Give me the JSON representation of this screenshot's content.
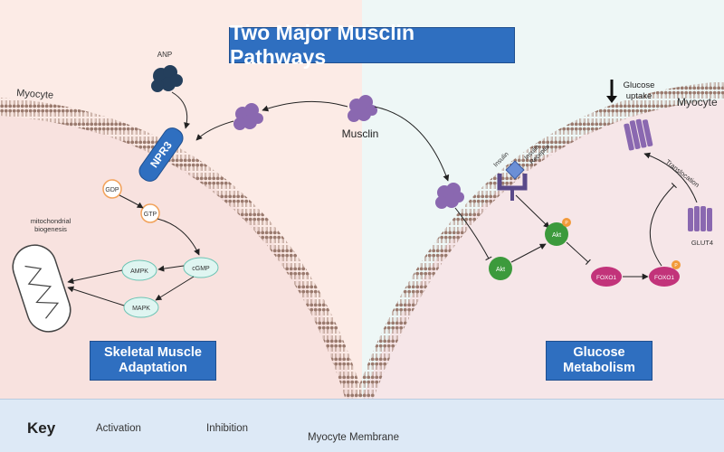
{
  "title": "Two Major Musclin Pathways",
  "labels": {
    "musclin": "Musclin",
    "anp": "ANP",
    "myocyte_left": "Myocyte",
    "myocyte_right": "Myocyte",
    "npr3": "NPR3",
    "gdp": "GDP",
    "gtp": "GTP",
    "cgmp": "cGMP",
    "ampk": "AMPK",
    "mapk": "MAPK",
    "mito_line1": "mitochondrial",
    "mito_line2": "biogenesis",
    "insulin": "Insulin",
    "insulin_receptor_line1": "Insulin",
    "insulin_receptor_line2": "Receptor",
    "akt_left": "Akt",
    "akt_right": "Akt",
    "p1": "P",
    "p2": "P",
    "foxo1_left": "FOXO1",
    "foxo1_right": "FOXO1",
    "glucose_line1": "Glucose",
    "glucose_line2": "uptake",
    "translocation": "Translocation",
    "glut4": "GLUT4"
  },
  "sections": {
    "left_line1": "Skeletal Muscle",
    "left_line2": "Adaptation",
    "right_line1": "Glucose",
    "right_line2": "Metabolism"
  },
  "key": {
    "title": "Key",
    "activation": "Activation",
    "inhibition": "Inhibition",
    "membrane": "Myocyte Membrane"
  },
  "colors": {
    "left_bg": "#fcebe6",
    "right_bg": "#eef7f6",
    "title_blue": "#2f6fc0",
    "musclin_purple": "#8a68b0",
    "anp_navy": "#243f5c",
    "akt_green": "#3c9a3c",
    "foxo_pink": "#c2337a",
    "node_teal": "#dff5f1",
    "node_orange": "#f2a25a",
    "membrane_brown": "#9a7a6e"
  }
}
